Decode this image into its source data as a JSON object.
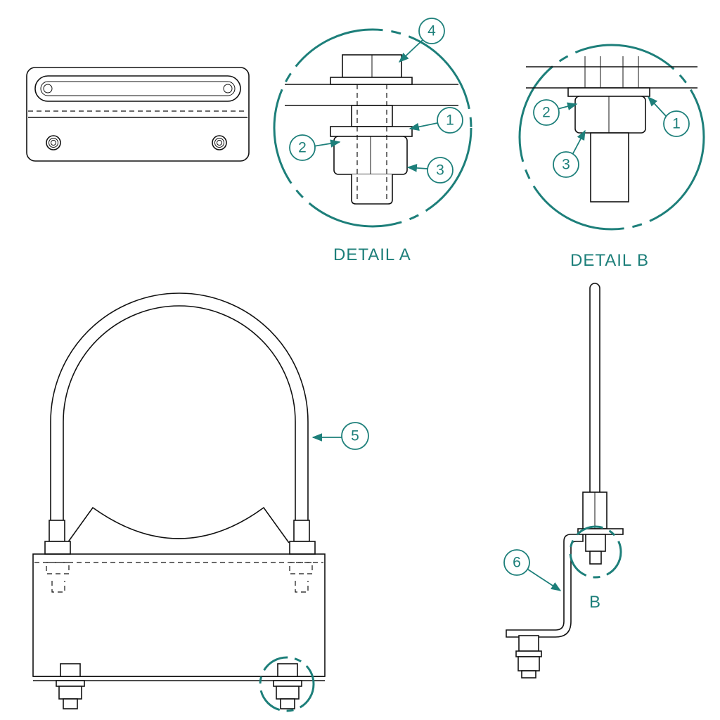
{
  "detail_labels": {
    "a": "DETAIL A",
    "b": "DETAIL B"
  },
  "view_letter_b": "B",
  "balloons": {
    "a1": "1",
    "a2": "2",
    "a3": "3",
    "a4": "4",
    "b1": "1",
    "b2": "2",
    "b3": "3",
    "five": "5",
    "six": "6"
  },
  "colors": {
    "callout": "#1d7f7a",
    "line": "#111111",
    "paper": "#ffffff"
  }
}
